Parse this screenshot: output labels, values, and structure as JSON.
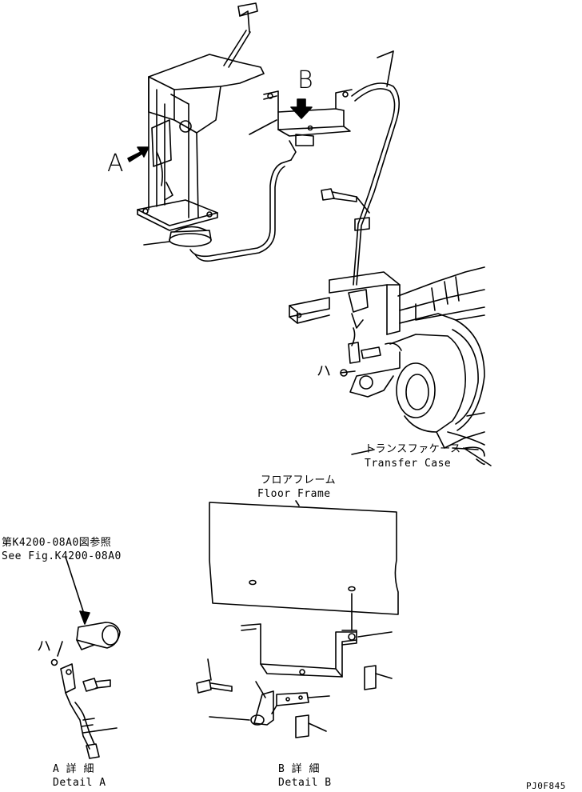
{
  "labels": {
    "view_a_letter": "A",
    "view_b_letter": "B",
    "mark_main": "ハ",
    "mark_detail_a": "ハ",
    "transfer_case_jp": "トランスファケース",
    "transfer_case_en": "Transfer Case",
    "floor_frame_jp": "フロアフレーム",
    "floor_frame_en": "Floor Frame",
    "see_fig_jp": "第K4200-08A0図参照",
    "see_fig_en": "See Fig.K4200-08A0",
    "detail_a_jp": "A 詳 細",
    "detail_a_en": "Detail A",
    "detail_b_jp": "B 詳 細",
    "detail_b_en": "Detail B",
    "drawing_code": "PJ0F845"
  }
}
